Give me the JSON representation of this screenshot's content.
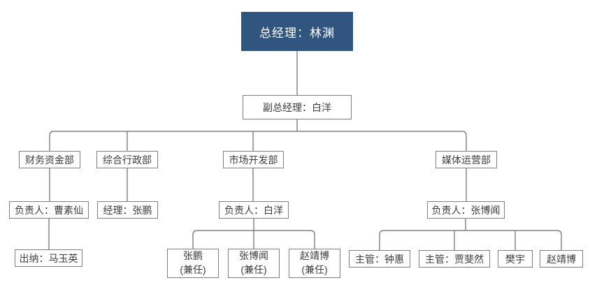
{
  "colors": {
    "root_bg": "#305680",
    "root_text": "#ffffff",
    "box_border": "#7f7f7f",
    "box_text": "#3d3d3d",
    "line": "#696969",
    "background": "#ffffff"
  },
  "org_tree": {
    "label": "总经理：林渊",
    "children": [
      {
        "label": "副总经理：白洋",
        "children": [
          {
            "label": "财务资金部",
            "children": [
              {
                "label": "负责人：曹素仙",
                "children": [
                  {
                    "label": "出纳：马玉英"
                  }
                ]
              }
            ]
          },
          {
            "label": "综合行政部",
            "children": [
              {
                "label": "经理：张鹏"
              }
            ]
          },
          {
            "label": "市场开发部",
            "children": [
              {
                "label": "负责人：白洋",
                "children": [
                  {
                    "lines": [
                      "张鹏",
                      "(兼任)"
                    ]
                  },
                  {
                    "lines": [
                      "张博闻",
                      "(兼任)"
                    ]
                  },
                  {
                    "lines": [
                      "赵靖博",
                      "(兼任)"
                    ]
                  }
                ]
              }
            ]
          },
          {
            "label": "媒体运营部",
            "children": [
              {
                "label": "负责人：张博闻",
                "children": [
                  {
                    "label": "主管：钟惠"
                  },
                  {
                    "label": "主管：贾斐然"
                  },
                  {
                    "label": "樊宇"
                  },
                  {
                    "label": "赵靖博"
                  }
                ]
              }
            ]
          }
        ]
      }
    ]
  }
}
